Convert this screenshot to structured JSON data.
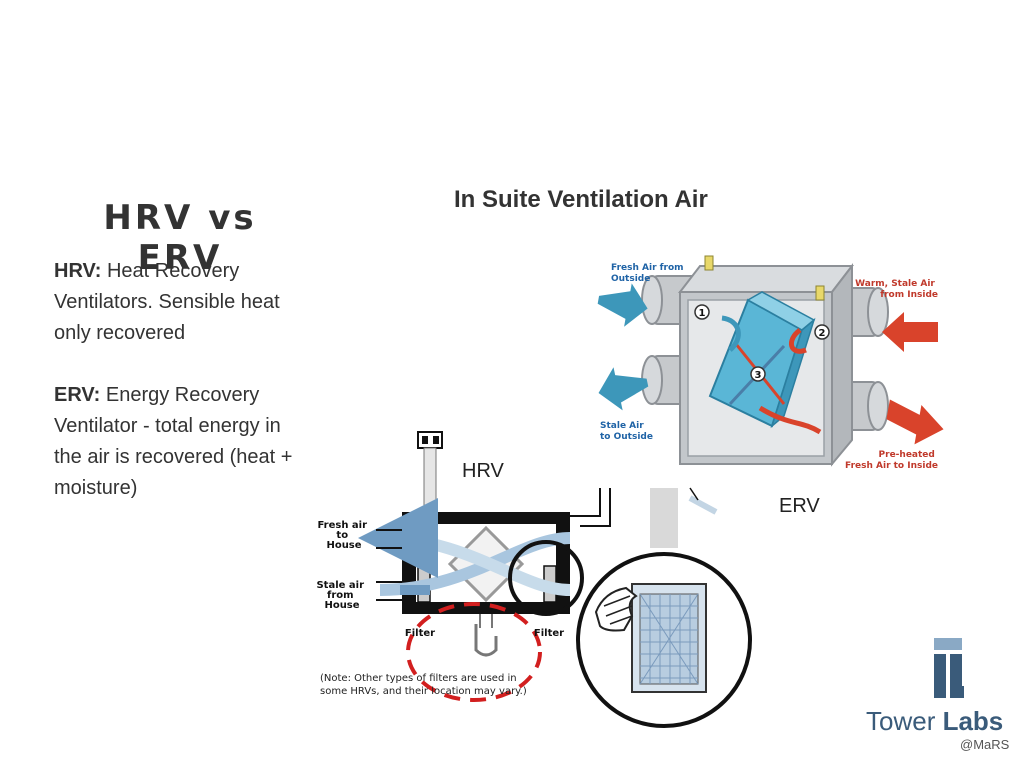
{
  "slide": {
    "title": "HRV vs ERV",
    "hrv_term": "HRV:",
    "hrv_desc": " Heat Recovery Ventilators. Sensible heat only recovered",
    "erv_term": "ERV:",
    "erv_desc": " Energy Recovery Ventilator - total energy in the air is recovered (heat + moisture)"
  },
  "figure": {
    "heading": "In Suite Ventilation Air",
    "hrv_label": "HRV",
    "erv_label": "ERV",
    "erv_unit": {
      "fresh_air_from_outside": [
        "Fresh Air from",
        "Outside"
      ],
      "warm_stale_air_from_inside": [
        "Warm, Stale Air",
        "from Inside"
      ],
      "stale_air_to_outside": [
        "Stale Air",
        "to Outside"
      ],
      "pre_heated_fresh_air_to_inside": [
        "Pre-heated",
        "Fresh Air to Inside"
      ],
      "markers": [
        "1",
        "2",
        "3"
      ]
    },
    "hrv_unit": {
      "fresh_air_to_house": [
        "Fresh air",
        "to",
        "House"
      ],
      "stale_air_from_house": [
        "Stale air",
        "from",
        "House"
      ],
      "filter_left": "Filter",
      "filter_right": "Filter",
      "note": [
        "(Note: Other types of filters are used in",
        "some HRVs, and their location may vary.)"
      ]
    }
  },
  "logo": {
    "brand_regular": "Tower ",
    "brand_bold": "Labs",
    "sub": "@MaRS",
    "colors": {
      "dark": "#3a5b7a",
      "light": "#8aa9c5"
    }
  }
}
